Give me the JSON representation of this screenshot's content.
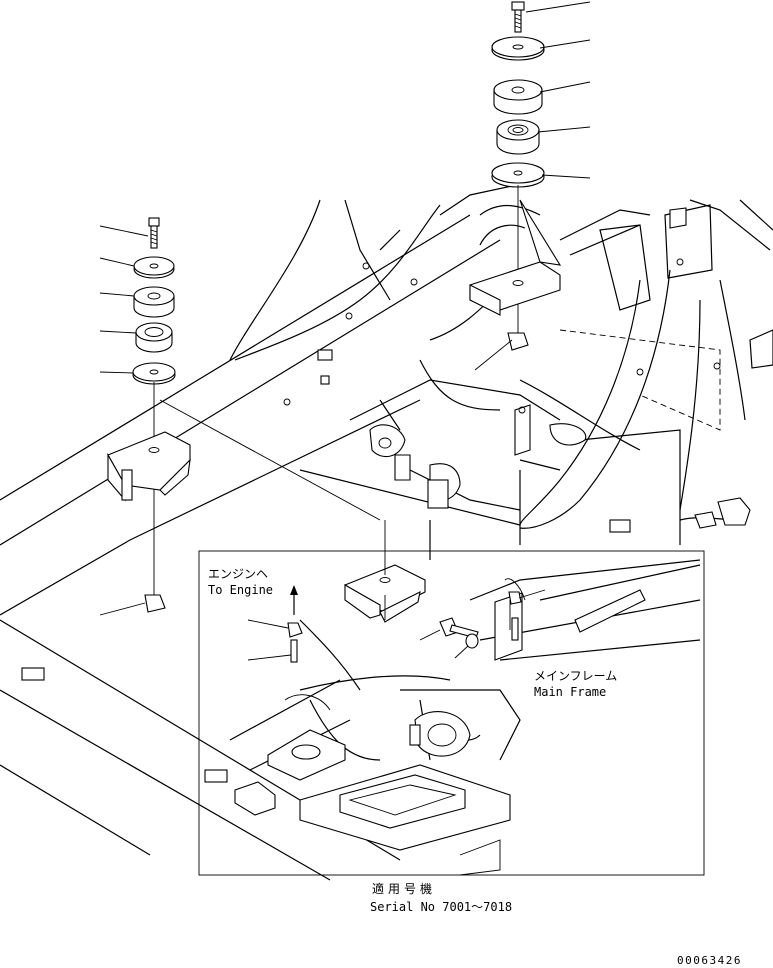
{
  "labels": {
    "to_engine_jp": "エンジンヘ",
    "to_engine_en": "To Engine",
    "main_frame_jp": "メインフレーム",
    "main_frame_en": "Main Frame",
    "serial_jp": "適用号機",
    "serial_en": "Serial No 7001～7018",
    "drawing_number": "00063426"
  }
}
